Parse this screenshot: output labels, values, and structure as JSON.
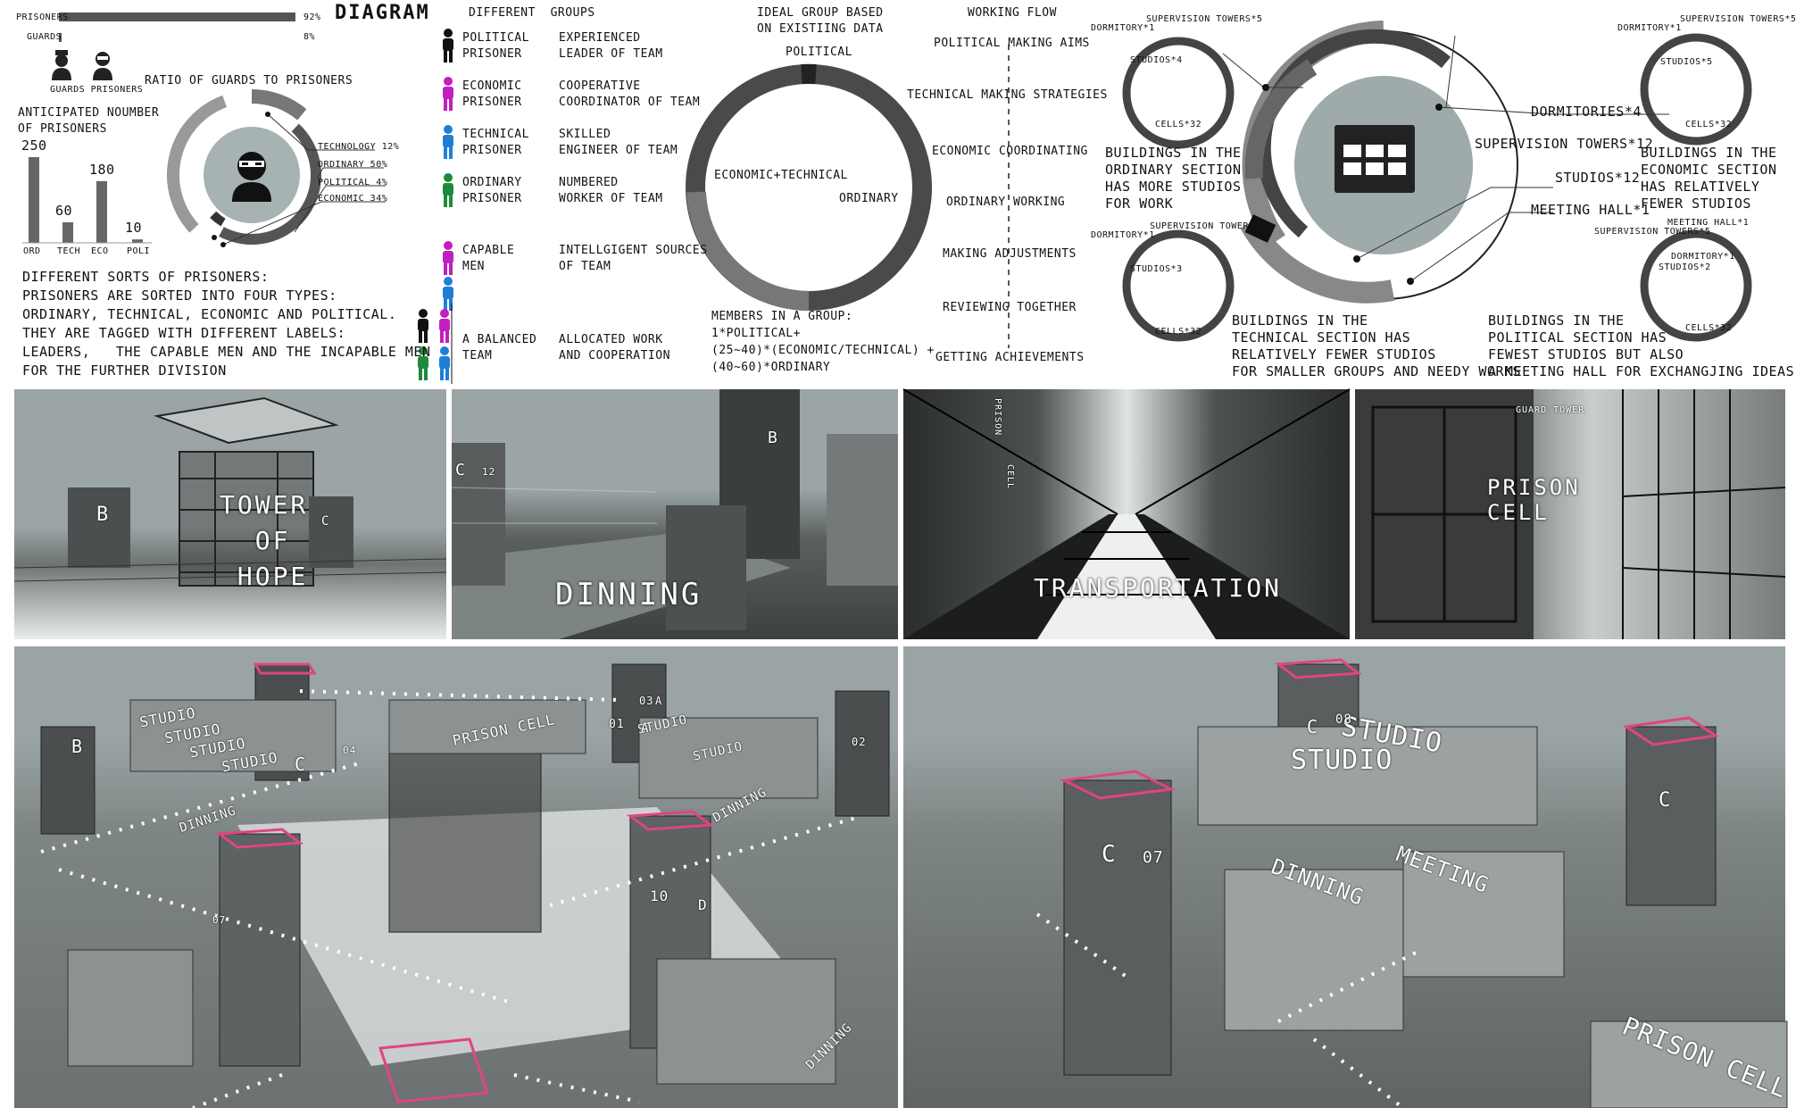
{
  "header": {
    "diagram_title": "DIAGRAM"
  },
  "ratio_bars": {
    "prisoners_label": "PRISONERS",
    "prisoners_value": "92%",
    "prisoners_fraction": 0.92,
    "guards_label": "GUARDS",
    "guards_value": "8%",
    "guards_fraction": 0.08,
    "icon_labels": "GUARDS PRISONERS",
    "ratio_title": "RATIO OF GUARDS TO PRISONERS"
  },
  "anticipated": {
    "title_line1": "ANTICIPATED NOUMBER",
    "title_line2": "OF PRISONERS",
    "bars": [
      {
        "label": "ORD",
        "value": "250",
        "num": 250
      },
      {
        "label": "TECH",
        "value": "60",
        "num": 60
      },
      {
        "label": "ECO",
        "value": "180",
        "num": 180
      },
      {
        "label": "POLI",
        "value": "10",
        "num": 10
      }
    ]
  },
  "donut_left": {
    "labels": [
      "TECHNOLOGY 12%",
      "ORDINARY 50%",
      "POLITICAL 4%",
      "ECONOMIC 34%"
    ],
    "fractions": [
      0.12,
      0.5,
      0.04,
      0.34
    ]
  },
  "sorts_text": [
    "DIFFERENT SORTS OF PRISONERS:",
    "PRISONERS ARE SORTED INTO FOUR TYPES:",
    "ORDINARY, TECHNICAL, ECONOMIC AND POLITICAL.",
    "THEY ARE TAGGED WITH DIFFERENT LABELS:",
    "LEADERS,   THE CAPABLE MEN AND THE INCAPABLE MEN",
    "FOR THE FURTHER DIVISION"
  ],
  "groups": {
    "title": "DIFFERENT  GROUPS",
    "rows": [
      {
        "name": "POLITICAL\nPRISONER",
        "role": "EXPERIENCED\nLEADER OF TEAM",
        "color": "#111111"
      },
      {
        "name": "ECONOMIC\nPRISONER",
        "role": "COOPERATIVE\nCOORDINATOR OF TEAM",
        "color": "#c21ec2"
      },
      {
        "name": "TECHNICAL\nPRISONER",
        "role": "SKILLED\nENGINEER OF TEAM",
        "color": "#1f7fd6"
      },
      {
        "name": "ORDINARY\nPRISONER",
        "role": "NUMBERED\nWORKER OF TEAM",
        "color": "#1e8a3a"
      },
      {
        "name": "CAPABLE\nMEN",
        "role": "INTELLGIGENT SOURCES\nOF TEAM",
        "color": "#c21ec2"
      },
      {
        "name": "A BALANCED\nTEAM",
        "role": "ALLOCATED WORK\nAND COOPERATION",
        "color": "#111111"
      }
    ]
  },
  "ideal_group": {
    "title_line1": "IDEAL GROUP BASED",
    "title_line2": "ON EXISTIING DATA",
    "label_top": "POLITICAL",
    "label_left": "ECONOMIC+TECHNICAL",
    "label_right": "ORDINARY",
    "members_text": [
      "MEMBERS IN A GROUP:",
      "1*POLITICAL+",
      "(25~40)*(ECONOMIC/TECHNICAL) +",
      "(40~60)*ORDINARY"
    ]
  },
  "workflow": {
    "title": "WORKING FLOW",
    "steps": [
      "POLITICAL MAKING AIMS",
      "TECHNICAL MAKING STRATEGIES",
      "ECONOMIC COORDINATING",
      "ORDINARY WORKING",
      "MAKING ADJUSTMENTS",
      "REVIEWING TOGETHER",
      "GETTING ACHIEVEMENTS"
    ]
  },
  "buildings": {
    "small_ordinary": {
      "a": "DORMITORY*1",
      "b": "SUPERVISION TOWERS*5",
      "c": "STUDIOS*4",
      "d": "CELLS*32"
    },
    "small_technical": {
      "a": "DORMITORY*1",
      "b": "SUPERVISION TOWERS*5",
      "c": "STUDIOS*3",
      "d": "CELLS*32"
    },
    "small_economic": {
      "a": "DORMITORY*1",
      "b": "SUPERVISION TOWERS*5",
      "c": "STUDIOS*5",
      "d": "CELLS*32"
    },
    "small_political": {
      "a": "MEETING HALL*1",
      "b": "SUPERVISION TOWERS*5",
      "c": "DORMITORY*1",
      "d": "STUDIOS*2",
      "e": "CELLS*32"
    },
    "big_labels": [
      "DORMITORIES*4",
      "SUPERVISION TOWERS*12",
      "STUDIOS*12",
      "MEETING HALL*1"
    ],
    "ordinary_text": [
      "BUILDINGS IN THE",
      "ORDINARY SECTION",
      "HAS MORE STUDIOS",
      "FOR WORK"
    ],
    "economic_text": [
      "BUILDINGS IN THE",
      "ECONOMIC SECTION",
      "HAS RELATIVELY",
      "FEWER STUDIOS"
    ],
    "technical_text": [
      "BUILDINGS IN THE",
      "TECHNICAL SECTION HAS",
      "RELATIVELY FEWER STUDIOS",
      "FOR SMALLER GROUPS AND NEEDY WORKS"
    ],
    "political_text": [
      "BUILDINGS IN THE",
      "POLITICAL SECTION HAS",
      "FEWEST STUDIOS BUT ALSO",
      "A MEETING HALL FOR EXCHANGJING IDEAS"
    ]
  },
  "renders": {
    "row1": [
      {
        "title": "TOWER\n  OF\n HOPE",
        "labels": [
          "B",
          "C"
        ]
      },
      {
        "title": "DINNING",
        "labels": [
          "C",
          "12",
          "B"
        ]
      },
      {
        "title": "TRANSPORTATION",
        "labels": [
          "PRISON",
          "CELL"
        ]
      },
      {
        "title": "PRISON\nCELL",
        "labels": [
          "GUARD TOWER"
        ]
      }
    ],
    "row2": [
      {
        "labels": [
          "STUDIO",
          "STUDIO",
          "STUDIO",
          "STUDIO",
          "PRISON CELL",
          "STUDIO",
          "STUDIO",
          "DINNING",
          "DINNING",
          "DINNING",
          "B",
          "C",
          "07",
          "10",
          "D",
          "01",
          "A",
          "04",
          "02",
          "A",
          "03"
        ]
      },
      {
        "labels": [
          "STUDIO",
          "STUDIO",
          "DINNING",
          "MEETING",
          "PRISON CELL",
          "C",
          "07",
          "C",
          "08",
          "C"
        ]
      }
    ]
  },
  "colors": {
    "dark": "#2a2a2a",
    "mid": "#6a6a6a",
    "light": "#9aa6a6",
    "pink": "#e0457f",
    "bg_photo": "#98a2a2"
  }
}
